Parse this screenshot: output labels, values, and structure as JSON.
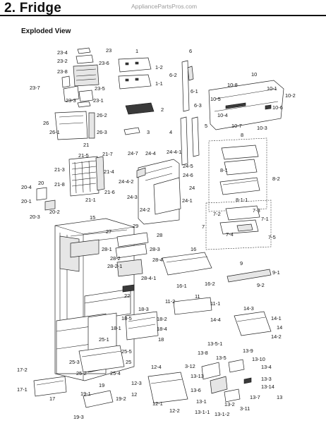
{
  "header": {
    "section_title": "2.  Fridge",
    "watermark": "AppliancePartsPros.com",
    "subtitle": "Exploded View"
  },
  "part_labels": [
    "23-4",
    "23-2",
    "23-8",
    "23-6",
    "23-7",
    "23-5",
    "23-3",
    "23-1",
    "23",
    "26",
    "26-1",
    "26-2",
    "26-3",
    "1",
    "1-2",
    "1-1",
    "2",
    "3",
    "6",
    "6-2",
    "6-1",
    "6-3",
    "4",
    "5",
    "10",
    "10-8",
    "10-1",
    "10-5",
    "10-2",
    "10-6",
    "10-4",
    "10-7",
    "10-3",
    "21",
    "21-5",
    "21-7",
    "21-3",
    "21-4",
    "21-8",
    "21-6",
    "21-1",
    "20-4",
    "20",
    "20-1",
    "20-2",
    "20-3",
    "24-7",
    "24-4",
    "24-4-1",
    "24-5",
    "24-4-2",
    "24-6",
    "24-3",
    "24",
    "24-2",
    "24-1",
    "8",
    "8-1",
    "8-2",
    "8-1-1",
    "7",
    "7-2",
    "7-3",
    "7-1",
    "7-4",
    "7-5",
    "15",
    "27",
    "29",
    "28",
    "28-1",
    "28-3",
    "28-2",
    "28-2-1",
    "28-4",
    "28-4-1",
    "16",
    "16-1",
    "16-2",
    "9",
    "9-1",
    "9-2",
    "22",
    "11",
    "11-2",
    "11-1",
    "18-3",
    "18-5",
    "18-2",
    "18-4",
    "18-1",
    "18",
    "14-3",
    "14-4",
    "14-1",
    "14",
    "14-2",
    "25-1",
    "25-5",
    "25-3",
    "25",
    "25-2",
    "25-4",
    "17-2",
    "17-1",
    "17",
    "19",
    "19-1",
    "19-2",
    "19-3",
    "12-4",
    "12-3",
    "12",
    "12-1",
    "12-2",
    "13-5-1",
    "13-8",
    "13-9",
    "13-10",
    "13-5",
    "3-12",
    "13-4",
    "13-13",
    "13-6",
    "13-3",
    "13-14",
    "13-7",
    "13",
    "3-11",
    "13-1",
    "13-2",
    "13-1-1",
    "13-1-2"
  ]
}
